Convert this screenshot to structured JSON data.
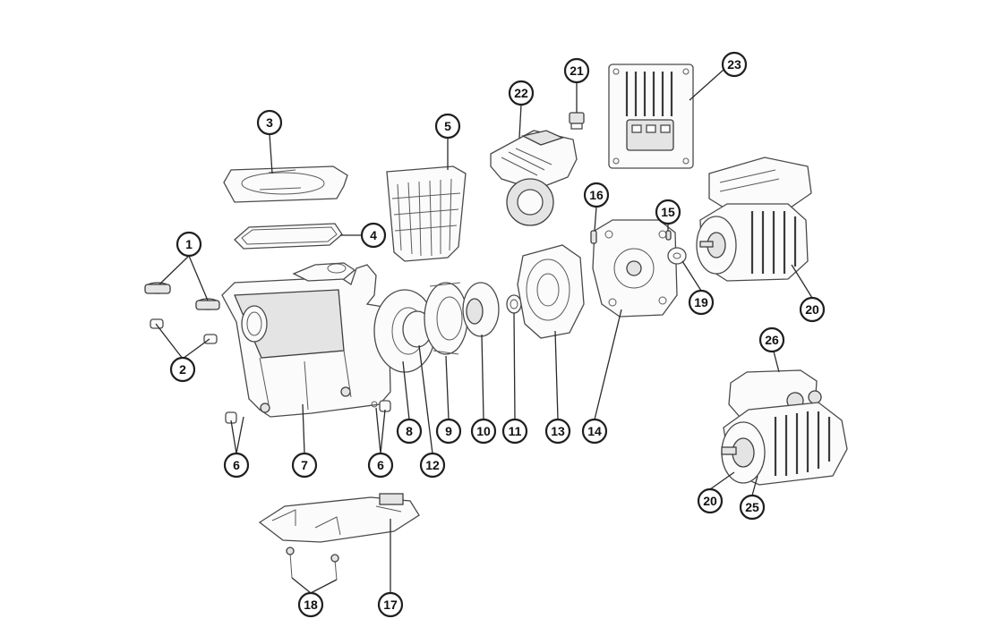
{
  "diagram": {
    "callouts": [
      {
        "id": "c1",
        "label": "1"
      },
      {
        "id": "c2",
        "label": "2"
      },
      {
        "id": "c3",
        "label": "3"
      },
      {
        "id": "c4",
        "label": "4"
      },
      {
        "id": "c5",
        "label": "5"
      },
      {
        "id": "c6a",
        "label": "6"
      },
      {
        "id": "c6b",
        "label": "6"
      },
      {
        "id": "c7",
        "label": "7"
      },
      {
        "id": "c8",
        "label": "8"
      },
      {
        "id": "c9",
        "label": "9"
      },
      {
        "id": "c10",
        "label": "10"
      },
      {
        "id": "c11",
        "label": "11"
      },
      {
        "id": "c12",
        "label": "12"
      },
      {
        "id": "c13",
        "label": "13"
      },
      {
        "id": "c14",
        "label": "14"
      },
      {
        "id": "c15",
        "label": "15"
      },
      {
        "id": "c16",
        "label": "16"
      },
      {
        "id": "c17",
        "label": "17"
      },
      {
        "id": "c18",
        "label": "18"
      },
      {
        "id": "c19",
        "label": "19"
      },
      {
        "id": "c20a",
        "label": "20"
      },
      {
        "id": "c20b",
        "label": "20"
      },
      {
        "id": "c21",
        "label": "21"
      },
      {
        "id": "c22",
        "label": "22"
      },
      {
        "id": "c23",
        "label": "23"
      },
      {
        "id": "c25",
        "label": "25"
      },
      {
        "id": "c26",
        "label": "26"
      }
    ]
  }
}
